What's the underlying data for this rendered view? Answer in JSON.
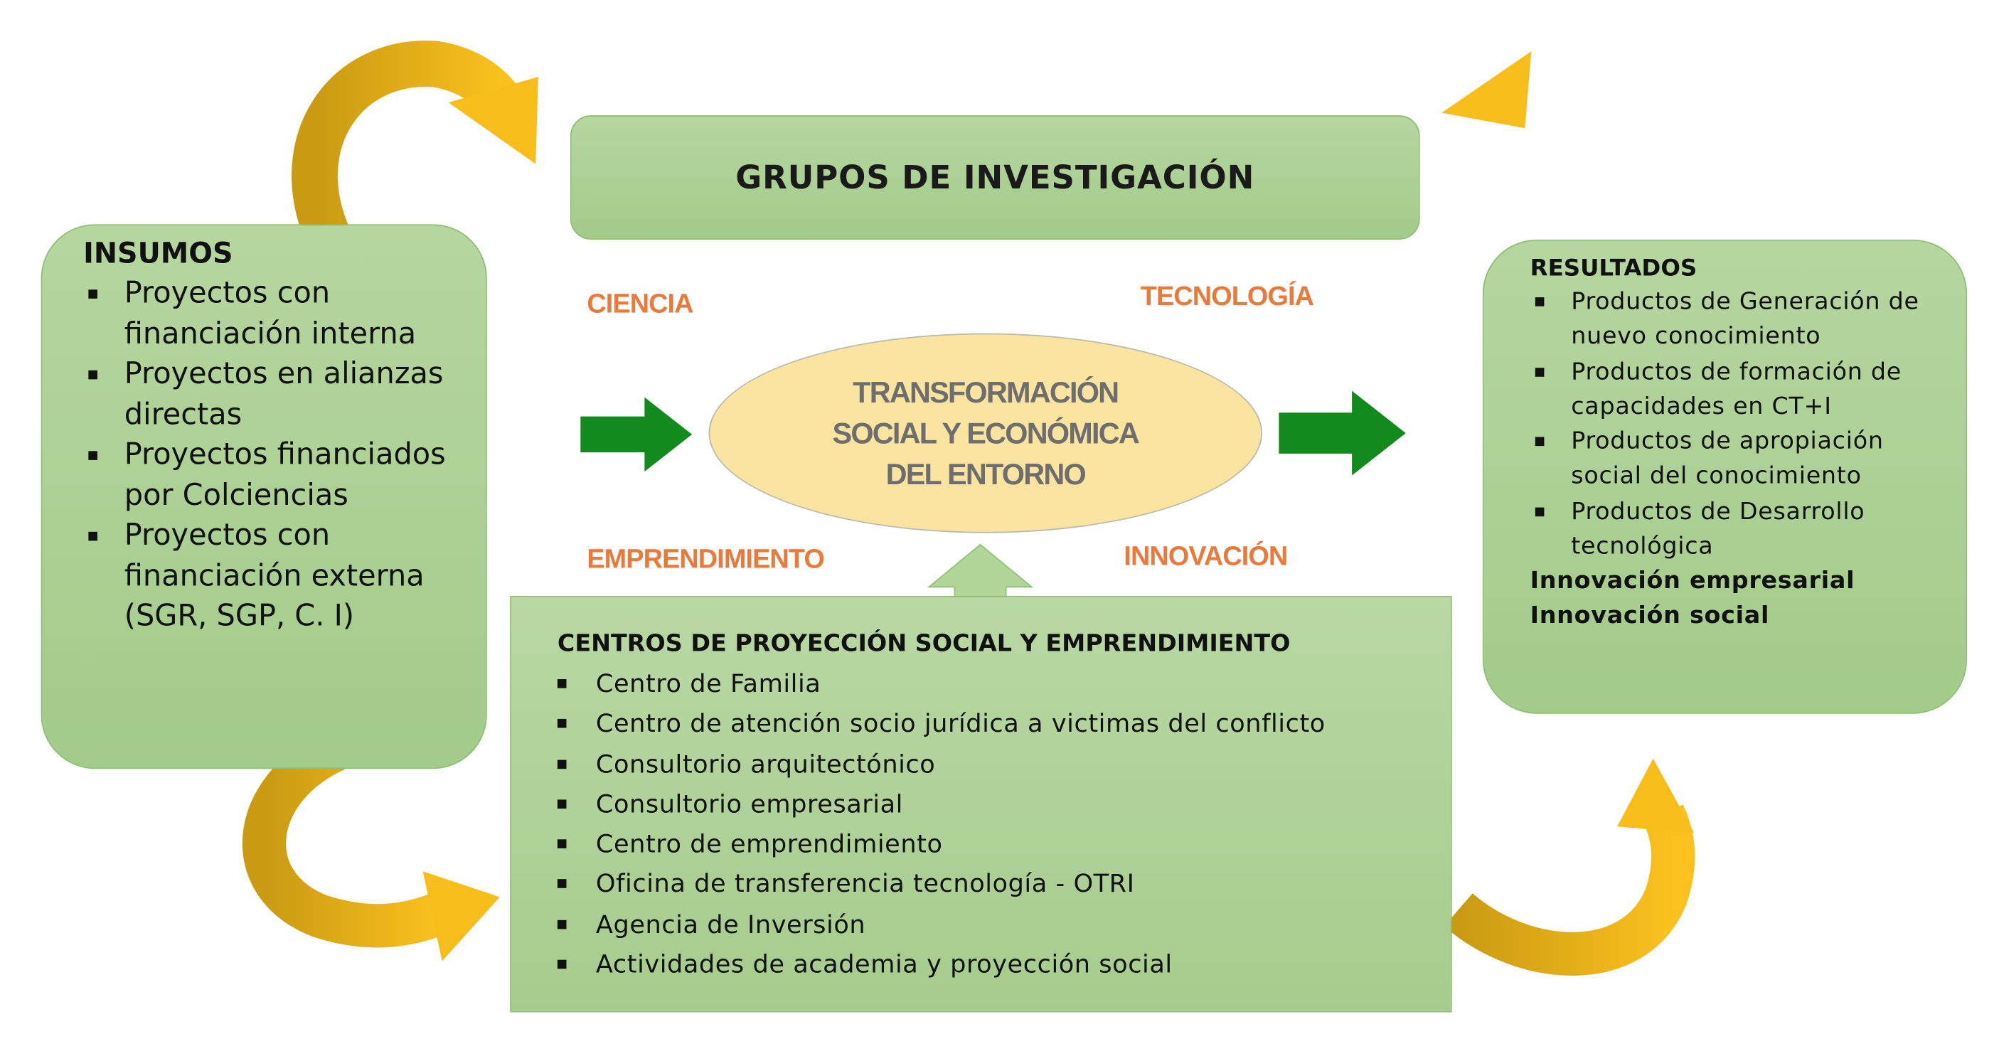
{
  "grupos": {
    "title": "GRUPOS DE INVESTIGACIÓN"
  },
  "center": {
    "lines": [
      "TRANSFORMACIÓN",
      "SOCIAL Y ECONÓMICA",
      "DEL ENTORNO"
    ]
  },
  "labels": {
    "ciencia": "CIENCIA",
    "tecnologia": "TECNOLOGÍA",
    "emprendimiento": "EMPRENDIMIENTO",
    "innovacion": "INNOVACIÓN"
  },
  "insumos": {
    "title": "INSUMOS",
    "items": [
      "Proyectos con financiación interna",
      "Proyectos en alianzas  directas",
      "Proyectos financiados por Colciencias",
      "Proyectos con financiación externa (SGR, SGP, C. I)"
    ]
  },
  "resultados": {
    "title": "RESULTADOS",
    "items": [
      "Productos de Generación de nuevo conocimiento",
      "Productos de formación de capacidades en CT+I",
      "Productos de apropiación social del conocimiento",
      "Productos de Desarrollo tecnológica"
    ],
    "extra": [
      "Innovación empresarial",
      "Innovación social"
    ]
  },
  "centros": {
    "title": "CENTROS DE PROYECCIÓN SOCIAL  Y EMPRENDIMIENTO",
    "items": [
      "Centro de Familia",
      "Centro de atención socio jurídica  a  victimas del conflicto",
      "Consultorio arquitectónico",
      "Consultorio empresarial",
      "Centro de emprendimiento",
      "Oficina de transferencia tecnología - OTRI",
      "Agencia de Inversión",
      "Actividades de academia y proyección  social"
    ]
  },
  "colors": {
    "box_green": "#a8cd8f",
    "arrow_green": "#138a1c",
    "curve_yellow": "#f2b61a",
    "label_orange": "#ea7a3b",
    "ellipse": "#fbe3a0"
  }
}
